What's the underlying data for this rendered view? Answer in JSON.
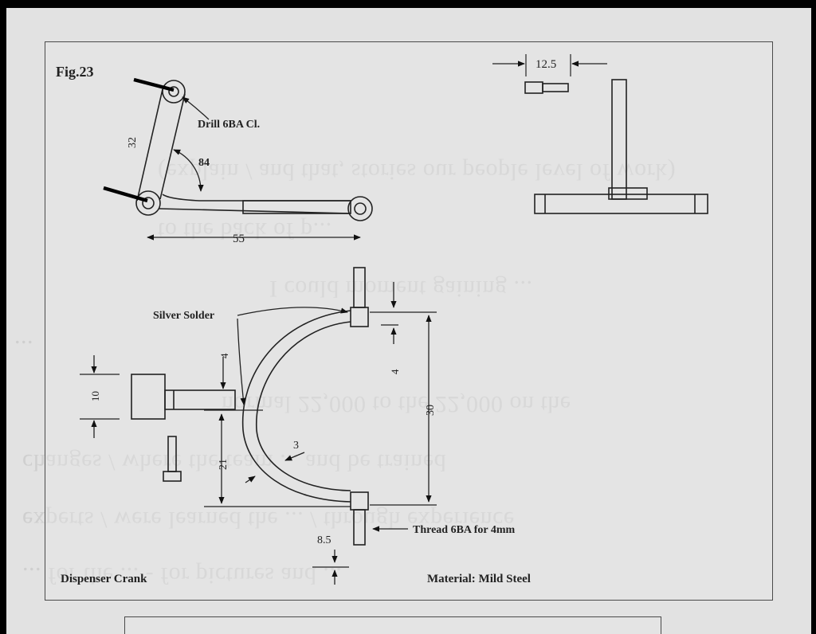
{
  "figure": {
    "fig_label": "Fig.23",
    "caption_left": "Dispenser Crank",
    "caption_right": "Material: Mild Steel"
  },
  "annotations": {
    "drill": "Drill 6BA Cl.",
    "silver_solder": "Silver Solder",
    "thread": "Thread 6BA for 4mm"
  },
  "dimensions": {
    "arm_length": "32",
    "angle": "84",
    "span": "55",
    "top_width": "12.5",
    "boss_gap_top": "4",
    "boss_gap_right": "4",
    "shaft_dia": "10",
    "height_total": "30",
    "height_lower": "21",
    "rod_dia": "3",
    "screw_len": "8.5"
  },
  "background_bleed": [
    "(explain / and that, stories our people level of work)",
    "to the back of p...",
    "I could moment gaining ...",
    "...",
    "normal 22,000 to the 22,000 on the",
    "changes / where the team ... and be trained",
    "experts / were learned the ... / through experience",
    "... for the ... - for pictures and ..."
  ]
}
